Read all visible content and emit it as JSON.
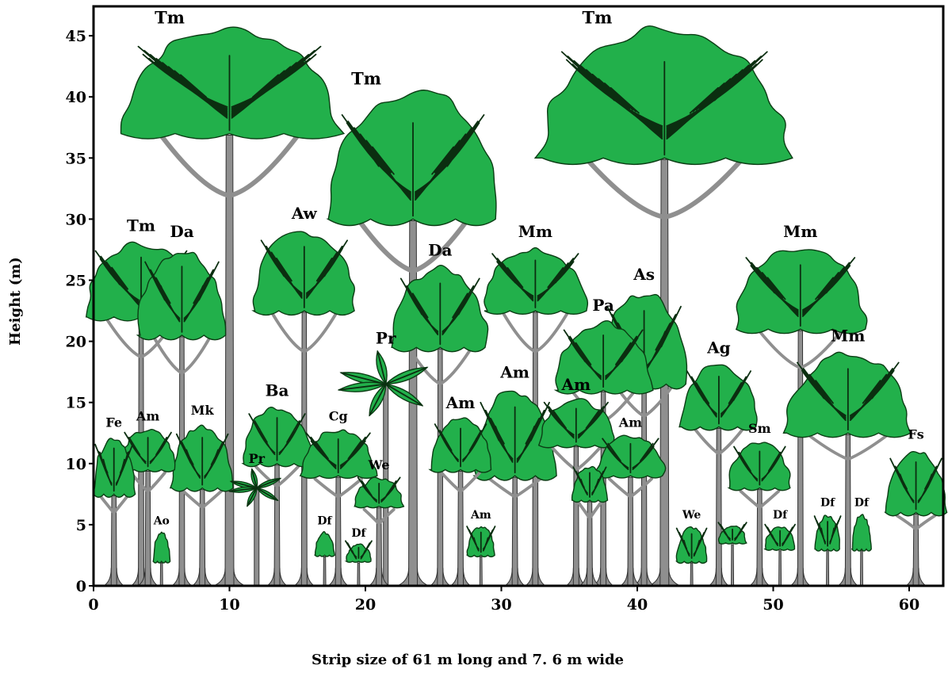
{
  "figure": {
    "y_axis_title": "Height (m)",
    "x_axis_title": "Strip size of 61 m long and 7. 6 m wide",
    "x_ticks": [
      "0",
      "10",
      "20",
      "30",
      "40",
      "50",
      "60"
    ],
    "y_ticks": [
      "0",
      "5",
      "10",
      "15",
      "20",
      "25",
      "30",
      "35",
      "40",
      "45"
    ],
    "x_range": [
      0,
      62.5
    ],
    "y_range": [
      0,
      47.5
    ],
    "colors": {
      "crown": "#22b04b",
      "trunk": "#8f8f8f",
      "frame": "#000000"
    }
  },
  "trees": [
    {
      "label": "Tm",
      "x": 10.0,
      "height": 45.5,
      "crown_bottom": 37,
      "crown_width": 16,
      "kind": "big"
    },
    {
      "label": "Tm",
      "x": 23.5,
      "height": 40.5,
      "crown_bottom": 30,
      "crown_width": 12.5,
      "kind": "big"
    },
    {
      "label": "Tm",
      "x": 42.0,
      "height": 45.5,
      "crown_bottom": 35,
      "crown_width": 18,
      "kind": "big"
    },
    {
      "label": "Tm",
      "x": 3.5,
      "height": 28.5,
      "crown_bottom": 22,
      "crown_width": 8,
      "kind": "tree"
    },
    {
      "label": "Da",
      "x": 6.5,
      "height": 28,
      "crown_bottom": 20.5,
      "crown_width": 6.5,
      "kind": "tree"
    },
    {
      "label": "Aw",
      "x": 15.5,
      "height": 29.5,
      "crown_bottom": 22.5,
      "crown_width": 7.5,
      "kind": "tree"
    },
    {
      "label": "Da",
      "x": 25.5,
      "height": 26.5,
      "crown_bottom": 19.5,
      "crown_width": 7,
      "kind": "tree"
    },
    {
      "label": "Mm",
      "x": 32.5,
      "height": 28,
      "crown_bottom": 22.5,
      "crown_width": 7.5,
      "kind": "tree"
    },
    {
      "label": "Pa",
      "x": 37.5,
      "height": 22,
      "crown_bottom": 16,
      "crown_width": 7,
      "kind": "tree"
    },
    {
      "label": "As",
      "x": 40.5,
      "height": 24.5,
      "crown_bottom": 16.5,
      "crown_width": 6.5,
      "kind": "tree"
    },
    {
      "label": "Mm",
      "x": 52.0,
      "height": 28,
      "crown_bottom": 21,
      "crown_width": 9.5,
      "kind": "tree"
    },
    {
      "label": "Mm",
      "x": 55.5,
      "height": 19.5,
      "crown_bottom": 12.5,
      "crown_width": 9,
      "kind": "tree"
    },
    {
      "label": "Ag",
      "x": 46.0,
      "height": 18.5,
      "crown_bottom": 13,
      "crown_width": 5.5,
      "kind": "tree"
    },
    {
      "label": "Sm",
      "x": 49.0,
      "height": 12,
      "crown_bottom": 8,
      "crown_width": 4.5,
      "kind": "tree"
    },
    {
      "label": "Fs",
      "x": 60.5,
      "height": 11.5,
      "crown_bottom": 6,
      "crown_width": 4.5,
      "kind": "tree"
    },
    {
      "label": "Fe",
      "x": 1.5,
      "height": 12.5,
      "crown_bottom": 7.5,
      "crown_width": 3,
      "kind": "tree"
    },
    {
      "label": "Am",
      "x": 4.0,
      "height": 13,
      "crown_bottom": 9.5,
      "crown_width": 4,
      "kind": "tree"
    },
    {
      "label": "Mk",
      "x": 8.0,
      "height": 13.5,
      "crown_bottom": 8,
      "crown_width": 4.5,
      "kind": "tree"
    },
    {
      "label": "Ba",
      "x": 13.5,
      "height": 15,
      "crown_bottom": 10,
      "crown_width": 5,
      "kind": "tree"
    },
    {
      "label": "Cg",
      "x": 18.0,
      "height": 13,
      "crown_bottom": 9,
      "crown_width": 5.5,
      "kind": "tree"
    },
    {
      "label": "Am",
      "x": 27.0,
      "height": 14,
      "crown_bottom": 9.5,
      "crown_width": 4.5,
      "kind": "tree"
    },
    {
      "label": "Am",
      "x": 31.0,
      "height": 16.5,
      "crown_bottom": 9,
      "crown_width": 6,
      "kind": "tree"
    },
    {
      "label": "Am",
      "x": 35.5,
      "height": 15.5,
      "crown_bottom": 11.5,
      "crown_width": 5.5,
      "kind": "tree"
    },
    {
      "label": "Am",
      "x": 39.5,
      "height": 12.5,
      "crown_bottom": 9,
      "crown_width": 5,
      "kind": "tree"
    },
    {
      "label": "We",
      "x": 21.0,
      "height": 9,
      "crown_bottom": 6.5,
      "crown_width": 3.5,
      "kind": "tree"
    },
    {
      "label": "",
      "x": 36.5,
      "height": 10,
      "crown_bottom": 7,
      "crown_width": 2.5,
      "kind": "tree"
    },
    {
      "label": "Am",
      "x": 28.5,
      "height": 5,
      "crown_bottom": 2.5,
      "crown_width": 2,
      "kind": "small"
    },
    {
      "label": "Ao",
      "x": 5.0,
      "height": 4.5,
      "crown_bottom": 2,
      "crown_width": 1.2,
      "kind": "small"
    },
    {
      "label": "Df",
      "x": 17.0,
      "height": 4.5,
      "crown_bottom": 2.5,
      "crown_width": 1.4,
      "kind": "small"
    },
    {
      "label": "Df",
      "x": 19.5,
      "height": 3.5,
      "crown_bottom": 2,
      "crown_width": 1.8,
      "kind": "small"
    },
    {
      "label": "We",
      "x": 44.0,
      "height": 5,
      "crown_bottom": 2,
      "crown_width": 2.2,
      "kind": "small"
    },
    {
      "label": "",
      "x": 47.0,
      "height": 5,
      "crown_bottom": 3.5,
      "crown_width": 2,
      "kind": "small"
    },
    {
      "label": "Df",
      "x": 50.5,
      "height": 5,
      "crown_bottom": 3,
      "crown_width": 2.2,
      "kind": "small"
    },
    {
      "label": "Df",
      "x": 54.0,
      "height": 6,
      "crown_bottom": 3,
      "crown_width": 1.8,
      "kind": "small"
    },
    {
      "label": "Df",
      "x": 56.5,
      "height": 6,
      "crown_bottom": 3,
      "crown_width": 1.4,
      "kind": "small"
    },
    {
      "label": "Pr",
      "x": 21.5,
      "height": 16.5,
      "crown_bottom": 16.5,
      "crown_width": 7,
      "kind": "palm"
    },
    {
      "label": "Pr",
      "x": 12.0,
      "height": 8,
      "crown_bottom": 8,
      "crown_width": 4,
      "kind": "palm"
    }
  ]
}
